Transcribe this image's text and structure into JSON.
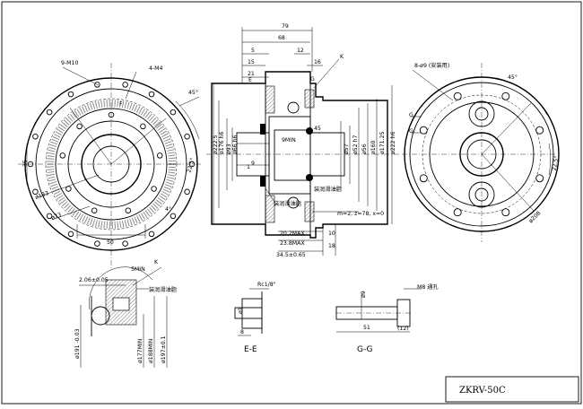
{
  "drawing": {
    "model": "ZKRV-50C",
    "front_view": {
      "labels": {
        "holes_outer": "9-M10",
        "holes_inner": "4-M4",
        "angle_a": "45°",
        "angle_b": "22.5°",
        "angle_c": "4°",
        "dim_35": "35",
        "dim_50": "50",
        "dia_133": "ø133",
        "dia_73": "ø73",
        "ref_f": "F"
      }
    },
    "section_view": {
      "labels": {
        "dim_79": "79",
        "dim_68": "68",
        "dim_5": "5",
        "dim_12": "12",
        "dim_15": "15",
        "dim_21": "21",
        "dim_16": "16",
        "ref_k": "K",
        "ref_e": "E",
        "ref_g": "G",
        "dim_45": "45",
        "min_9": "9MIN",
        "dia_222_5": "ø222.5",
        "dia_176": "ø176 h6",
        "dia_93": "ø93",
        "dia_66": "ø66 h6",
        "dia_57": "ø57",
        "dia_52": "ø52 h7",
        "dia_56": "ø56",
        "dia_160": "ø160",
        "dia_171_25": "ø171.25",
        "dia_222_h6": "ø222 h6",
        "dim_9": "9",
        "dim_1": "1",
        "gear_spec": "m=2, z=78, x=0",
        "note_left": "装润滑油脂",
        "note_right": "装润滑油脂",
        "max_20_2": "20.2MAX",
        "max_23_8": "23.8MAX",
        "dim_34_5": "34.5±0.65",
        "dim_10": "10",
        "dim_18": "18"
      }
    },
    "rear_view": {
      "labels": {
        "holes": "8-ø9 (安装用)",
        "angle": "45°",
        "angle_b": "22.5°",
        "dia_208": "ø208",
        "ref_g1": "G",
        "ref_g2": "G"
      }
    },
    "detail_k": {
      "labels": {
        "dim_2_06": "2.06±0.05",
        "min_5": "5MIN",
        "ref_k": "K",
        "note": "装润滑油脂",
        "dia_191": "ø191 -0.03",
        "dia_177": "ø177MIN",
        "dia_188": "ø188MIN",
        "dia_197": "ø197±0.1"
      }
    },
    "section_ee": {
      "title": "E-E",
      "labels": {
        "thread": "Rc1/8\"",
        "dim_8": "8",
        "dia_1": "ø1"
      }
    },
    "section_gg": {
      "title": "G-G",
      "labels": {
        "thread": "M8 通孔",
        "dia_9": "ø9",
        "dim_51": "51",
        "dim_12": "(12)"
      }
    }
  }
}
